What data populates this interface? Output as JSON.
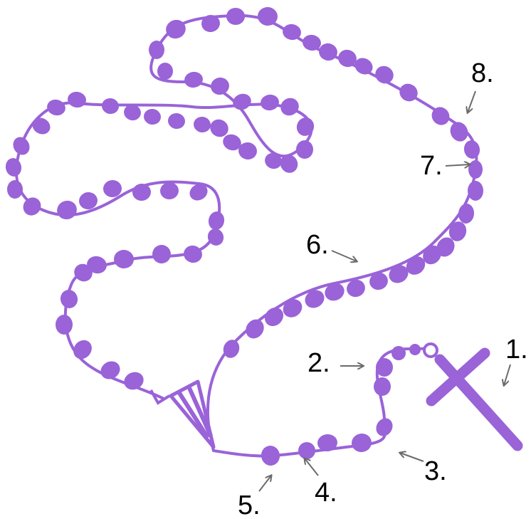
{
  "colors": {
    "rosary": "#9a63d8",
    "background": "#ffffff",
    "label": "#000000",
    "arrow": "#6b6b6b"
  },
  "markers": [
    {
      "id": "1",
      "label": "1."
    },
    {
      "id": "2",
      "label": "2."
    },
    {
      "id": "3",
      "label": "3."
    },
    {
      "id": "4",
      "label": "4."
    },
    {
      "id": "5",
      "label": "5."
    },
    {
      "id": "6",
      "label": "6."
    },
    {
      "id": "7",
      "label": "7."
    },
    {
      "id": "8",
      "label": "8."
    }
  ]
}
